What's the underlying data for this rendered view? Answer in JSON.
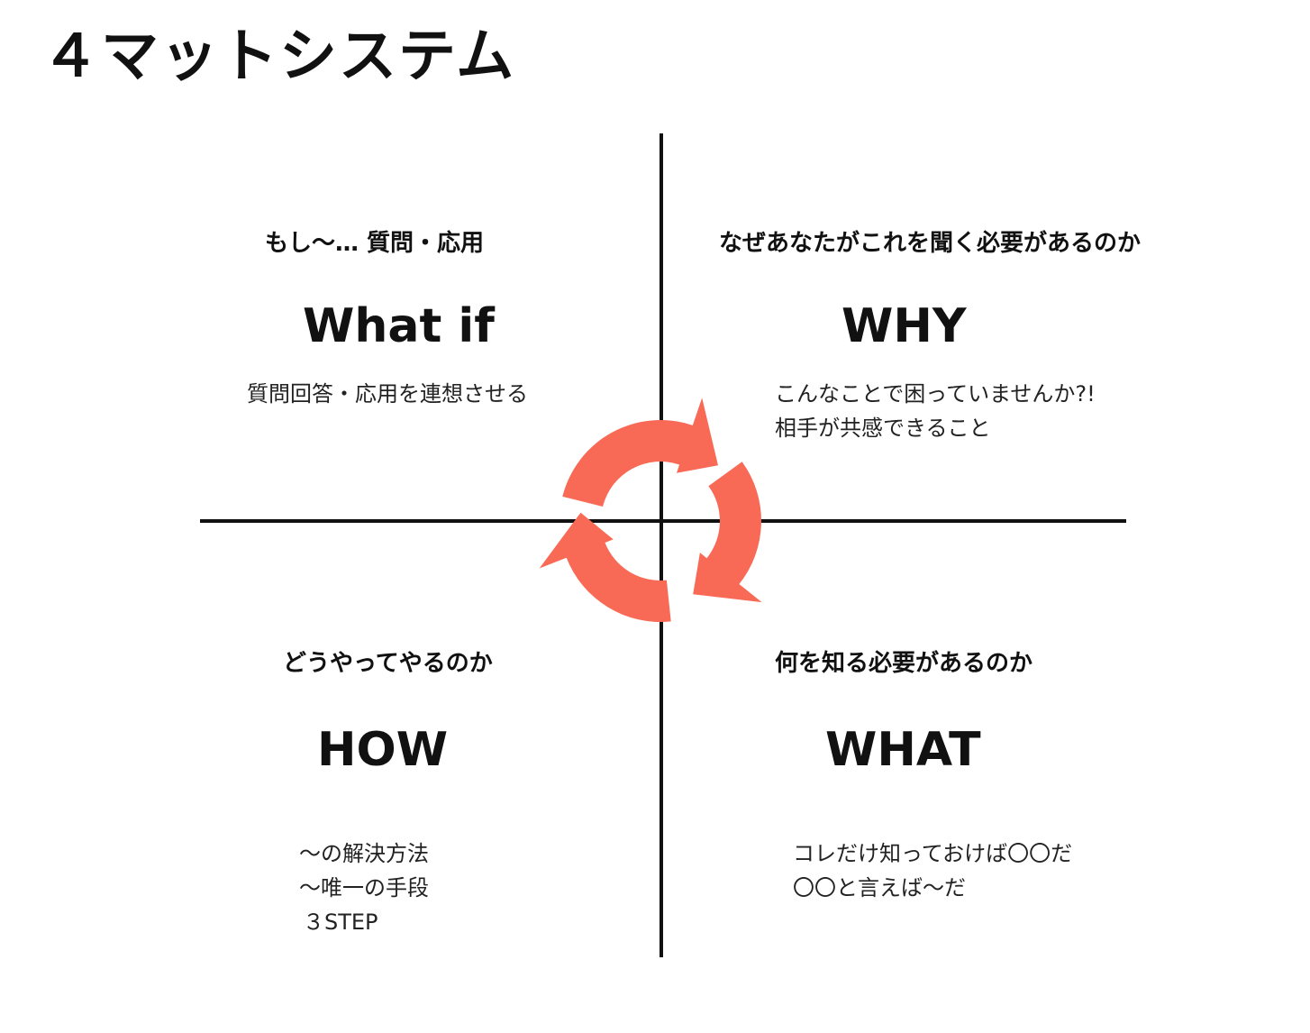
{
  "title": "４マットシステム",
  "accent_color": "#f86a55",
  "quadrants": {
    "what_if": {
      "heading": "もし〜… 質問・応用",
      "keyword": "What if",
      "lines": [
        "質問回答・応用を連想させる"
      ]
    },
    "why": {
      "heading": "なぜあなたがこれを聞く必要があるのか",
      "keyword": "WHY",
      "lines": [
        "こんなことで困っていませんか?!",
        "相手が共感できること"
      ]
    },
    "how": {
      "heading": "どうやってやるのか",
      "keyword": "HOW",
      "lines": [
        "〜の解決方法",
        "〜唯一の手段",
        "３STEP"
      ]
    },
    "what": {
      "heading": "何を知る必要があるのか",
      "keyword": "WHAT",
      "lines": [
        "コレだけ知っておけば〇〇だ",
        "〇〇と言えば〜だ"
      ]
    }
  }
}
